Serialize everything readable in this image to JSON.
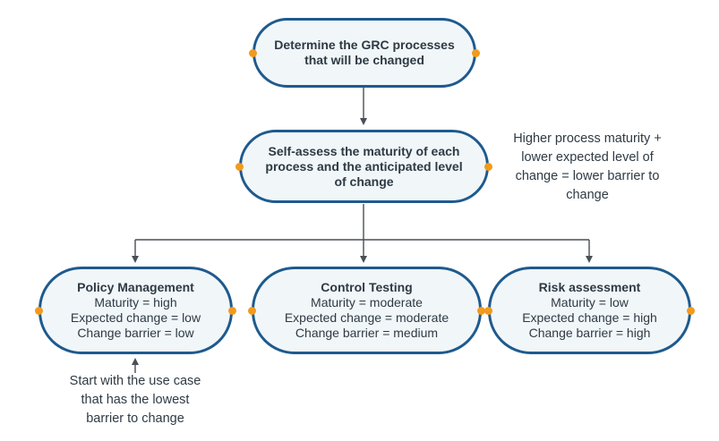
{
  "top_node": {
    "lines": [
      "Determine the GRC processes",
      "that will be changed"
    ]
  },
  "assess_node": {
    "lines": [
      "Self-assess the maturity of each",
      "process and the anticipated level",
      "of change"
    ]
  },
  "side_note": {
    "lines": [
      "Higher process maturity +",
      "lower expected level of",
      "change = lower barrier to",
      "change"
    ]
  },
  "use_cases": [
    {
      "title": "Policy Management",
      "lines": [
        "Maturity = high",
        "Expected change = low",
        "Change barrier = low"
      ]
    },
    {
      "title": "Control Testing",
      "lines": [
        "Maturity = moderate",
        "Expected change = moderate",
        "Change barrier = medium"
      ]
    },
    {
      "title": "Risk assessment",
      "lines": [
        "Maturity = low",
        "Expected change = high",
        "Change barrier = high"
      ]
    }
  ],
  "bottom_note": {
    "lines": [
      "Start with the use case",
      "that has the lowest",
      "barrier to change"
    ]
  },
  "colors": {
    "node_border": "#1e5a8e",
    "node_fill": "#f1f6f9",
    "dot": "#f29a1b",
    "connector": "#4a4f55",
    "text": "#2e3a44"
  }
}
